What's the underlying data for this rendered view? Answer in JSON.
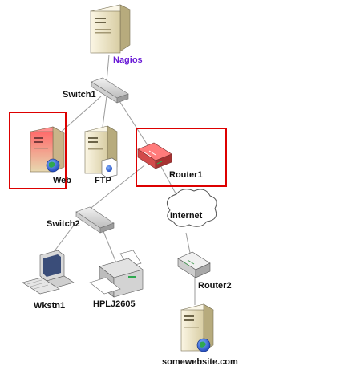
{
  "nodes": {
    "nagios": {
      "label": "Nagios",
      "status": "monitor",
      "label_color": "#6a1bd6"
    },
    "switch1": {
      "label": "Switch1"
    },
    "web": {
      "label": "Web",
      "status": "alert"
    },
    "ftp": {
      "label": "FTP"
    },
    "router1": {
      "label": "Router1",
      "status": "alert"
    },
    "switch2": {
      "label": "Switch2"
    },
    "internet": {
      "label": "Internet"
    },
    "wkstn1": {
      "label": "Wkstn1"
    },
    "printer": {
      "label": "HPLJ2605"
    },
    "router2": {
      "label": "Router2"
    },
    "somewebsite": {
      "label": "somewebsite.com"
    }
  },
  "links": [
    [
      "nagios",
      "switch1"
    ],
    [
      "switch1",
      "web"
    ],
    [
      "switch1",
      "ftp"
    ],
    [
      "switch1",
      "router1"
    ],
    [
      "router1",
      "switch2"
    ],
    [
      "router1",
      "internet"
    ],
    [
      "switch2",
      "wkstn1"
    ],
    [
      "switch2",
      "printer"
    ],
    [
      "internet",
      "router2"
    ],
    [
      "router2",
      "somewebsite"
    ]
  ],
  "colors": {
    "alert": "#dd0000",
    "link": "#9a9a9a",
    "server_body": "#efe6c3",
    "alert_fill": "#f07a7a"
  }
}
